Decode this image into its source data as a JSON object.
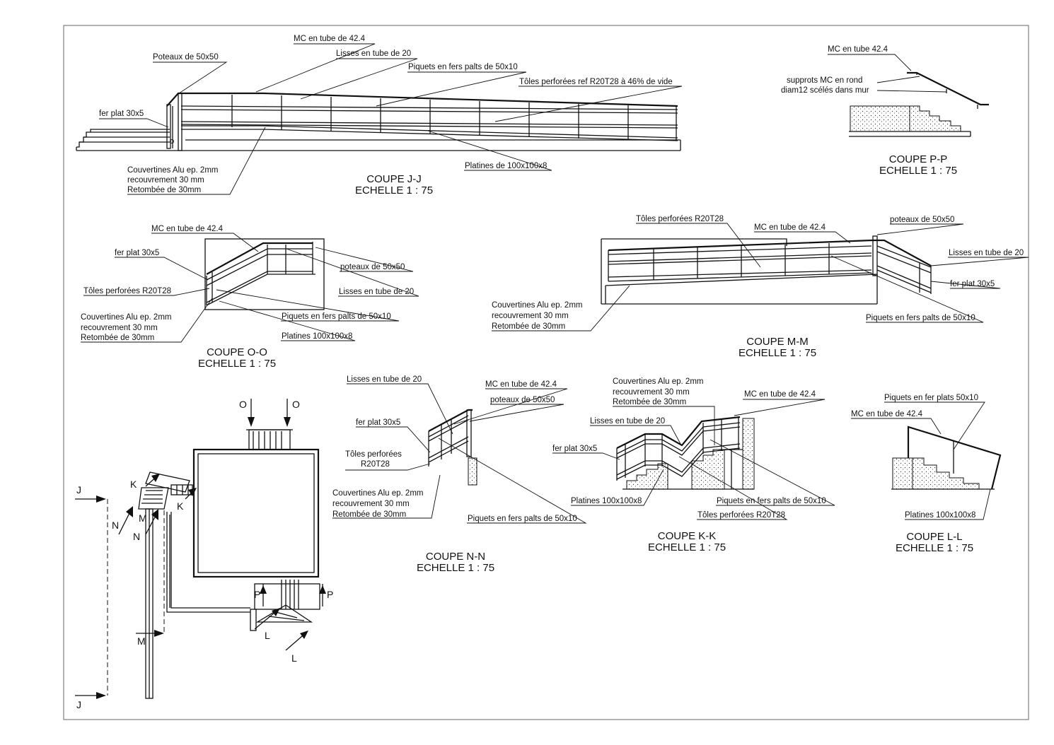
{
  "coupe_jj": {
    "title": "COUPE J-J",
    "scale": "ECHELLE 1 : 75",
    "labels": {
      "poteaux": "Poteaux de 50x50",
      "mc": "MC en tube de 42.4",
      "lisses": "Lisses en tube de 20",
      "piquets": "Piquets en fers palts de 50x10",
      "toles": "Tôles perforées ref R20T28 à 46% de vide",
      "fer_plat": "fer plat 30x5",
      "couv1": "Couvertines Alu ep. 2mm",
      "couv2": "recouvrement 30 mm",
      "couv3": "Retombée de 30mm",
      "platines": "Platines de 100x100x8"
    }
  },
  "coupe_pp": {
    "title": "COUPE P-P",
    "scale": "ECHELLE 1 : 75",
    "labels": {
      "mc": "MC en tube 42.4",
      "supports1": "supprots MC en rond",
      "supports2": "diam12 scélés dans mur"
    }
  },
  "coupe_oo": {
    "title": "COUPE O-O",
    "scale": "ECHELLE 1 : 75",
    "labels": {
      "mc": "MC en tube de 42.4",
      "fer_plat": "fer plat 30x5",
      "toles": "Tôles perforées R20T28",
      "poteaux": "poteaux de 50x50",
      "lisses": "Lisses en tube de 20",
      "couv1": "Couvertines Alu ep. 2mm",
      "couv2": "recouvrement 30 mm",
      "couv3": "Retombée de 30mm",
      "piquets": "Piquets en fers palts de 50x10",
      "platines": "Platines 100x100x8"
    }
  },
  "coupe_mm": {
    "title": "COUPE M-M",
    "scale": "ECHELLE 1 : 75",
    "labels": {
      "toles": "Tôles perforées R20T28",
      "mc": "MC en tube de 42.4",
      "poteaux": "poteaux de 50x50",
      "lisses": "Lisses en tube de 20",
      "fer_plat": "fer plat 30x5",
      "couv1": "Couvertines Alu ep. 2mm",
      "couv2": "recouvrement 30 mm",
      "couv3": "Retombée de 30mm",
      "piquets": "Piquets en fers palts de 50x10"
    }
  },
  "coupe_nn": {
    "title": "COUPE N-N",
    "scale": "ECHELLE 1 : 75",
    "labels": {
      "lisses": "Lisses en tube de 20",
      "mc": "MC en tube de 42.4",
      "poteaux": "poteaux de 50x50",
      "fer_plat": "fer plat 30x5",
      "toles1": "Tôles perforées",
      "toles2": "R20T28",
      "couv1": "Couvertines Alu ep. 2mm",
      "couv2": "recouvrement 30 mm",
      "couv3": "Retombée de 30mm",
      "piquets": "Piquets en fers palts de 50x10"
    }
  },
  "coupe_kk": {
    "title": "COUPE K-K",
    "scale": "ECHELLE 1 : 75",
    "labels": {
      "couv1": "Couvertines Alu ep. 2mm",
      "couv2": "recouvrement 30 mm",
      "couv3": "Retombée de 30mm",
      "mc": "MC en tube de 42.4",
      "lisses": "Lisses en tube de 20",
      "fer_plat": "fer plat 30x5",
      "platines": "Platines 100x100x8",
      "piquets": "Piquets en fers palts de 50x10",
      "toles": "Tôles perforées R20T28"
    }
  },
  "coupe_ll": {
    "title": "COUPE L-L",
    "scale": "ECHELLE 1 : 75",
    "labels": {
      "piquets": "Piquets en fer plats 50x10",
      "mc": "MC en tube de 42.4",
      "platines": "Platines 100x100x8"
    }
  },
  "plan": {
    "markers": {
      "o": "O",
      "j": "J",
      "k": "K",
      "n": "N",
      "m": "M",
      "p": "P",
      "l": "L"
    }
  }
}
